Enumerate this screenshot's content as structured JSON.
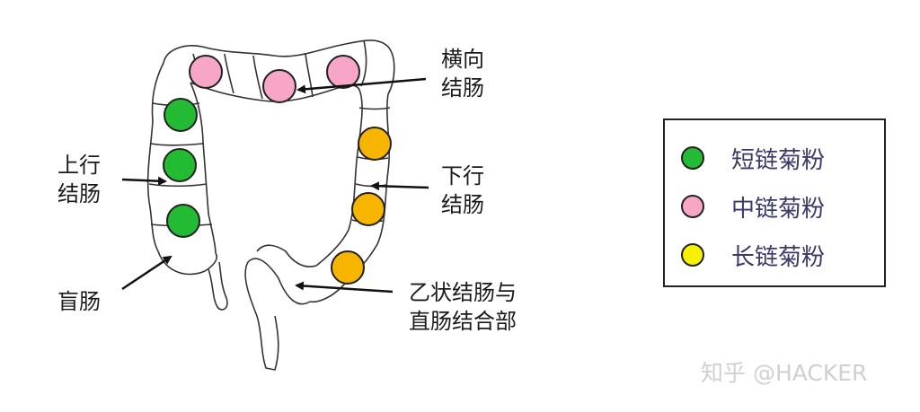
{
  "labels": {
    "transverse_line1": "横向",
    "transverse_line2": "结肠",
    "ascending_line1": "上行",
    "ascending_line2": "结肠",
    "descending_line1": "下行",
    "descending_line2": "结肠",
    "cecum": "盲肠",
    "sigmoid_line1": "乙状结肠与",
    "sigmoid_line2": "直肠结合部"
  },
  "legend": {
    "items": [
      {
        "label": "短链菊粉",
        "color": "#22bb33"
      },
      {
        "label": "中链菊粉",
        "color": "#f7a6c8"
      },
      {
        "label": "长链菊粉",
        "color": "#f7f000"
      }
    ]
  },
  "markers": {
    "short_color": "#22bb33",
    "medium_color": "#f7a6c8",
    "long_color": "#f7b500"
  },
  "watermark": "知乎 @HACKER"
}
